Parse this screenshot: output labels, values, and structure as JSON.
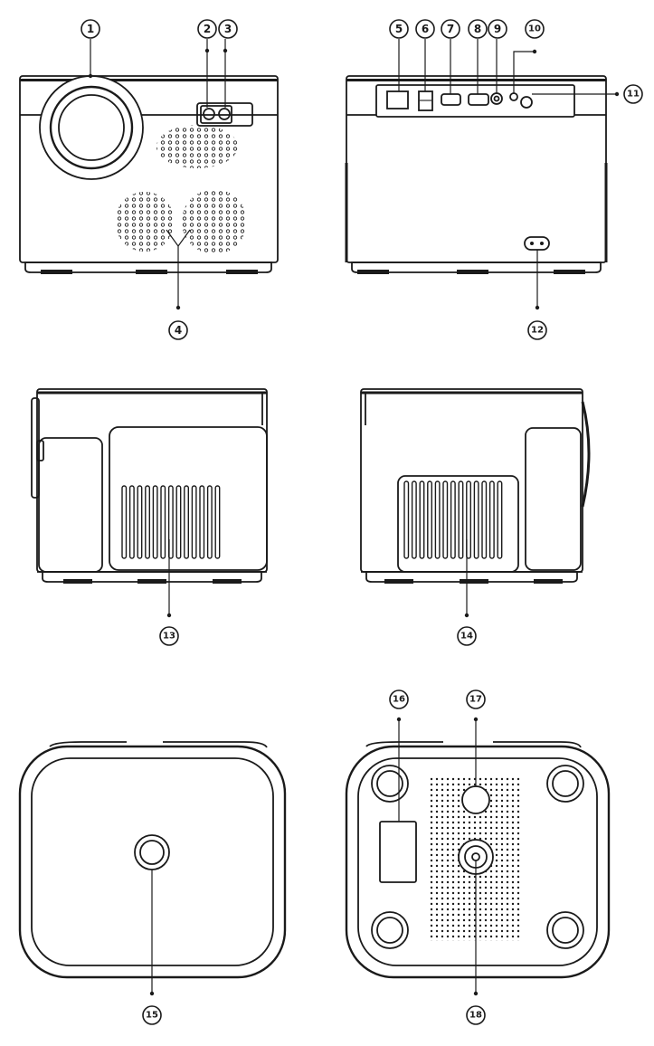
{
  "callouts": [
    "1",
    "2",
    "3",
    "4",
    "5",
    "6",
    "7",
    "8",
    "9",
    "10",
    "11",
    "12",
    "13",
    "14",
    "15",
    "16",
    "17",
    "18"
  ],
  "colors": {
    "line": "#1a1a1a",
    "background": "#ffffff"
  }
}
